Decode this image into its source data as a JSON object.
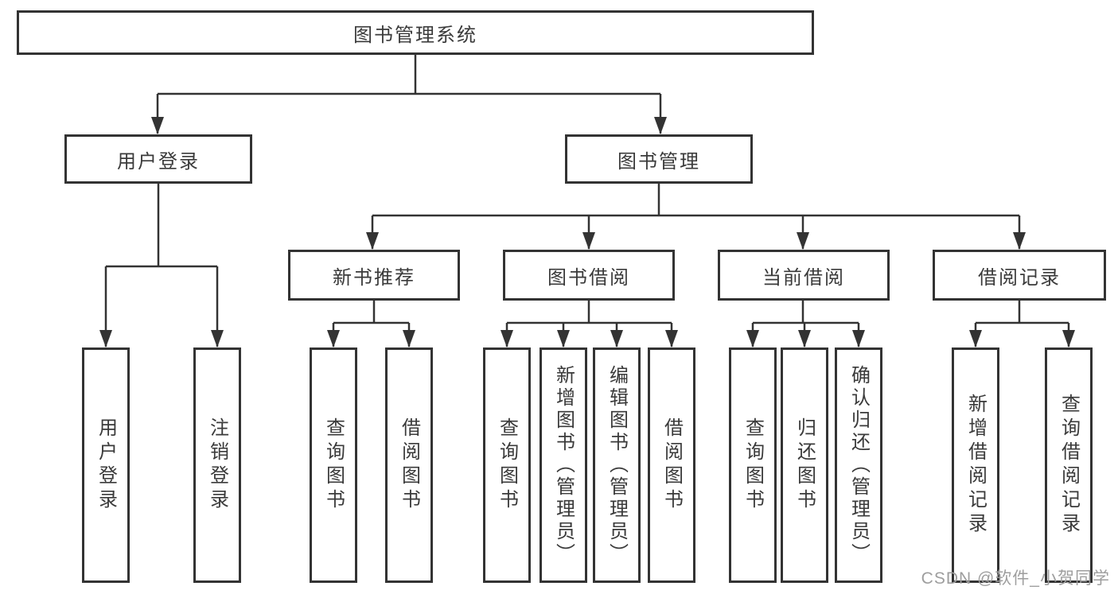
{
  "tree": {
    "root": {
      "label": "图书管理系统",
      "children": [
        {
          "label": "用户登录",
          "children": [
            {
              "label": "用户登录"
            },
            {
              "label": "注销登录"
            }
          ]
        },
        {
          "label": "图书管理",
          "children": [
            {
              "label": "新书推荐",
              "children": [
                {
                  "label": "查询图书"
                },
                {
                  "label": "借阅图书"
                }
              ]
            },
            {
              "label": "图书借阅",
              "children": [
                {
                  "label": "查询图书"
                },
                {
                  "label": "新增图书（管理员）"
                },
                {
                  "label": "编辑图书（管理员）"
                },
                {
                  "label": "借阅图书"
                }
              ]
            },
            {
              "label": "当前借阅",
              "children": [
                {
                  "label": "查询图书"
                },
                {
                  "label": "归还图书"
                },
                {
                  "label": "确认归还（管理员）"
                }
              ]
            },
            {
              "label": "借阅记录",
              "children": [
                {
                  "label": "新增借阅记录"
                },
                {
                  "label": "查询借阅记录"
                }
              ]
            }
          ]
        }
      ]
    }
  },
  "watermark": {
    "text": "CSDN @软件_小贺同学",
    "color": "#9e9e9e"
  },
  "colors": {
    "line": "#333333",
    "text": "#3a3a3a",
    "background": "#ffffff"
  }
}
